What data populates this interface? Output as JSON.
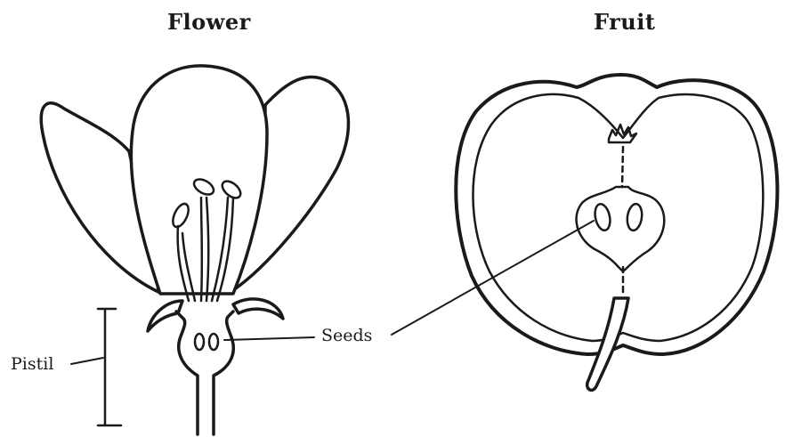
{
  "titles": {
    "left": "Flower",
    "right": "Fruit"
  },
  "labels": {
    "seeds": "Seeds",
    "pistil": "Pistil"
  },
  "colors": {
    "ink": "#1a1a1a",
    "background": "#ffffff"
  }
}
